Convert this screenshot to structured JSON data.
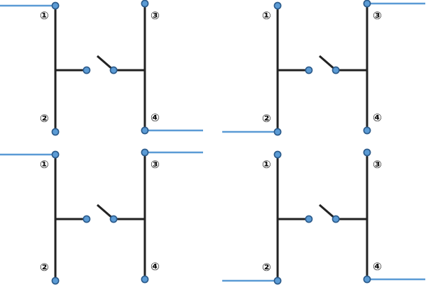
{
  "colors": {
    "wire": "#222222",
    "external_wire": "#5b9bd5",
    "node_fill": "#5b9bd5",
    "node_stroke": "#2b5a8a"
  },
  "terminal_labels": [
    "①",
    "②",
    "③",
    "④"
  ],
  "panels": [
    {
      "id": "top-left",
      "connected_terminals": [
        "①",
        "④"
      ]
    },
    {
      "id": "top-right",
      "connected_terminals": [
        "②",
        "③"
      ]
    },
    {
      "id": "bottom-left",
      "connected_terminals": [
        "①",
        "③"
      ]
    },
    {
      "id": "bottom-right",
      "connected_terminals": [
        "②",
        "④"
      ]
    }
  ]
}
